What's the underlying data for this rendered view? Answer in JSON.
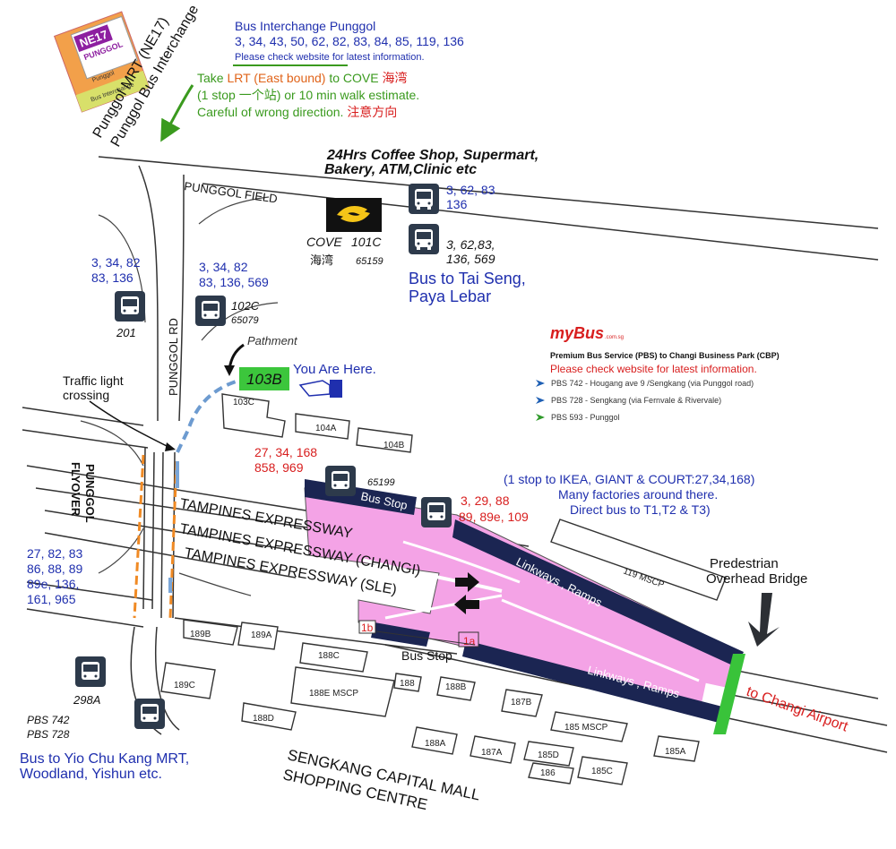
{
  "mrt_sign": {
    "code": "NE17",
    "name": "PUNGGOL",
    "sub1": "Punggol",
    "sub2": "Bus Interchange"
  },
  "mrt_label": {
    "line1": "Punggol MRT (NE17)",
    "line2": "Punggol Bus Interchange"
  },
  "interchange": {
    "title": "Bus Interchange Punggol",
    "routes": "3, 34, 43, 50, 62, 82, 83, 84, 85, 119, 136",
    "note": "Please check website for latest information."
  },
  "lrt_direction": {
    "line1_prefix": "Take ",
    "line1_lrt": "LRT (East bound)",
    "line1_mid": " to COVE ",
    "line1_cn": "海湾",
    "line2": "(1 stop  一个站) or 10 min walk estimate.",
    "line3_en": "Careful of wrong direction. ",
    "line3_cn": "注意方向"
  },
  "amenities": {
    "line1": "24Hrs Coffee Shop, Supermart,",
    "line2": "Bakery, ATM,Clinic etc"
  },
  "road_names": {
    "punggol_field": "PUNGGOL FIELD",
    "punggol_rd": "PUNGGOL RD",
    "punggol_flyover_1": "PUNGGOL",
    "punggol_flyover_2": "FLYOVER",
    "tpe": "TAMPINES EXPRESSWAY",
    "tpe_changi": "TAMPINES EXPRESSWAY (CHANGI)",
    "tpe_sle": "TAMPINES EXPRESSWAY (SLE)"
  },
  "cove": {
    "name": "COVE",
    "code": "101C",
    "cn": "海湾",
    "stop": "65159"
  },
  "bus_stops": {
    "top_right_1": "3, 62, 83",
    "top_right_1b": "136",
    "top_right_2": "3, 62,83,",
    "top_right_2b": "136, 569",
    "tai_seng_1": "Bus to Tai Seng,",
    "tai_seng_2": "Paya Lebar",
    "s201_routes_1": "3, 34, 82",
    "s201_routes_2": "83, 136",
    "s201_label": "201",
    "s102c_routes_1": "3, 34, 82",
    "s102c_routes_2": "83, 136, 569",
    "s102c_label": "102C",
    "s102c_stop": "65079",
    "s65199_routes_1": "27, 34, 168",
    "s65199_routes_2": "858, 969",
    "s65199_stop": "65199",
    "s_right_routes_1": "3, 29, 88",
    "s_right_routes_2": "89, 89e, 109",
    "s298a_routes_1": "27, 82, 83",
    "s298a_routes_2": "86, 88, 89",
    "s298a_routes_3": "89e, 136,",
    "s298a_routes_4": "161, 965",
    "s298a_label": "298A",
    "pbs_1": "PBS 742",
    "pbs_2": "PBS 728",
    "yio_1": "Bus to Yio Chu Kang MRT,",
    "yio_2": "Woodland, Yishun etc."
  },
  "pathment": "Pathment",
  "you_are_here": {
    "block": "103B",
    "label": "You Are Here."
  },
  "traffic_light": {
    "line1": "Traffic light",
    "line2": "crossing"
  },
  "mybus": {
    "logo_main": "myBus",
    "logo_sub": ".com.sg",
    "title": "Premium Bus Service (PBS) to Changi Business Park (CBP)",
    "note": "Please check website for latest information.",
    "items": [
      {
        "label": "PBS 742 - Hougang ave 9 /Sengkang (via Punggol road)",
        "color": "#1e5fb4"
      },
      {
        "label": "PBS 728 - Sengkang (via Fernvale & Rivervale)",
        "color": "#1e5fb4"
      },
      {
        "label": "PBS 593 - Punggol",
        "color": "#2f9a2a"
      }
    ]
  },
  "ikea_info": {
    "line1": "(1 stop to IKEA, GIANT & COURT:27,34,168)",
    "line2": "Many factories around there.",
    "line3": "Direct bus to T1,T2 & T3)"
  },
  "linkways": {
    "label1": "Bus Stop",
    "label2": "Linkways , Ramps",
    "label3": "Linkways , Ramps",
    "label4": "Bus Stop"
  },
  "markers": {
    "m1b": "1b",
    "m1a": "1a"
  },
  "bridge": {
    "line1": "Predestrian",
    "line2": "Overhead Bridge"
  },
  "to_changi": "to Changi Airport",
  "buildings": {
    "b103c": "103C",
    "b104a": "104A",
    "b104b": "104B",
    "b119": "119 MSCP",
    "b189b": "189B",
    "b189a": "189A",
    "b188c": "188C",
    "b189c": "189C",
    "b188e": "188E MSCP",
    "b188": "188",
    "b188b": "188B",
    "b187b": "187B",
    "b188d": "188D",
    "b185mscp": "185 MSCP",
    "b188a": "188A",
    "b187a": "187A",
    "b185d": "185D",
    "b186": "186",
    "b185c": "185C",
    "b185a": "185A"
  },
  "mall": {
    "line1": "SENGKANG CAPITAL MALL",
    "line2": "SHOPPING CENTRE"
  },
  "colors": {
    "linkway": "#1b2552",
    "expressway_pink": "#f4a3e6",
    "bridge_green": "#39c33a",
    "lrt_green": "#39c33a"
  }
}
